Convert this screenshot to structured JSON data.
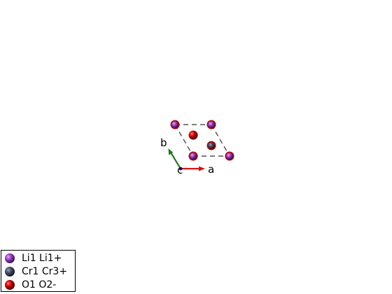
{
  "structure": {
    "axes": {
      "a": {
        "label": "a",
        "color": "#d21414"
      },
      "b": {
        "label": "b",
        "color": "#1c7a1c"
      },
      "c": {
        "label": "c",
        "color": "#1414b4"
      }
    },
    "cell_edge_color": "#333333",
    "atoms": [
      {
        "element": "Li",
        "position": "top-left corner"
      },
      {
        "element": "Li",
        "position": "top-right corner"
      },
      {
        "element": "Li",
        "position": "bottom-left corner"
      },
      {
        "element": "Li",
        "position": "bottom-right corner"
      },
      {
        "element": "O",
        "position": "interior upper-left"
      },
      {
        "element": "Cr",
        "position": "interior lower-right"
      }
    ]
  },
  "legend": {
    "items": [
      {
        "element": "Li",
        "label": "Li1 Li1+",
        "color": "#8e3fb8",
        "icon": "atom-sphere-icon"
      },
      {
        "element": "Cr",
        "label": "Cr1 Cr3+",
        "color": "#3c4458",
        "icon": "atom-sphere-icon"
      },
      {
        "element": "O",
        "label": "O1 O2-",
        "color": "#c00000",
        "icon": "atom-sphere-icon"
      }
    ]
  }
}
